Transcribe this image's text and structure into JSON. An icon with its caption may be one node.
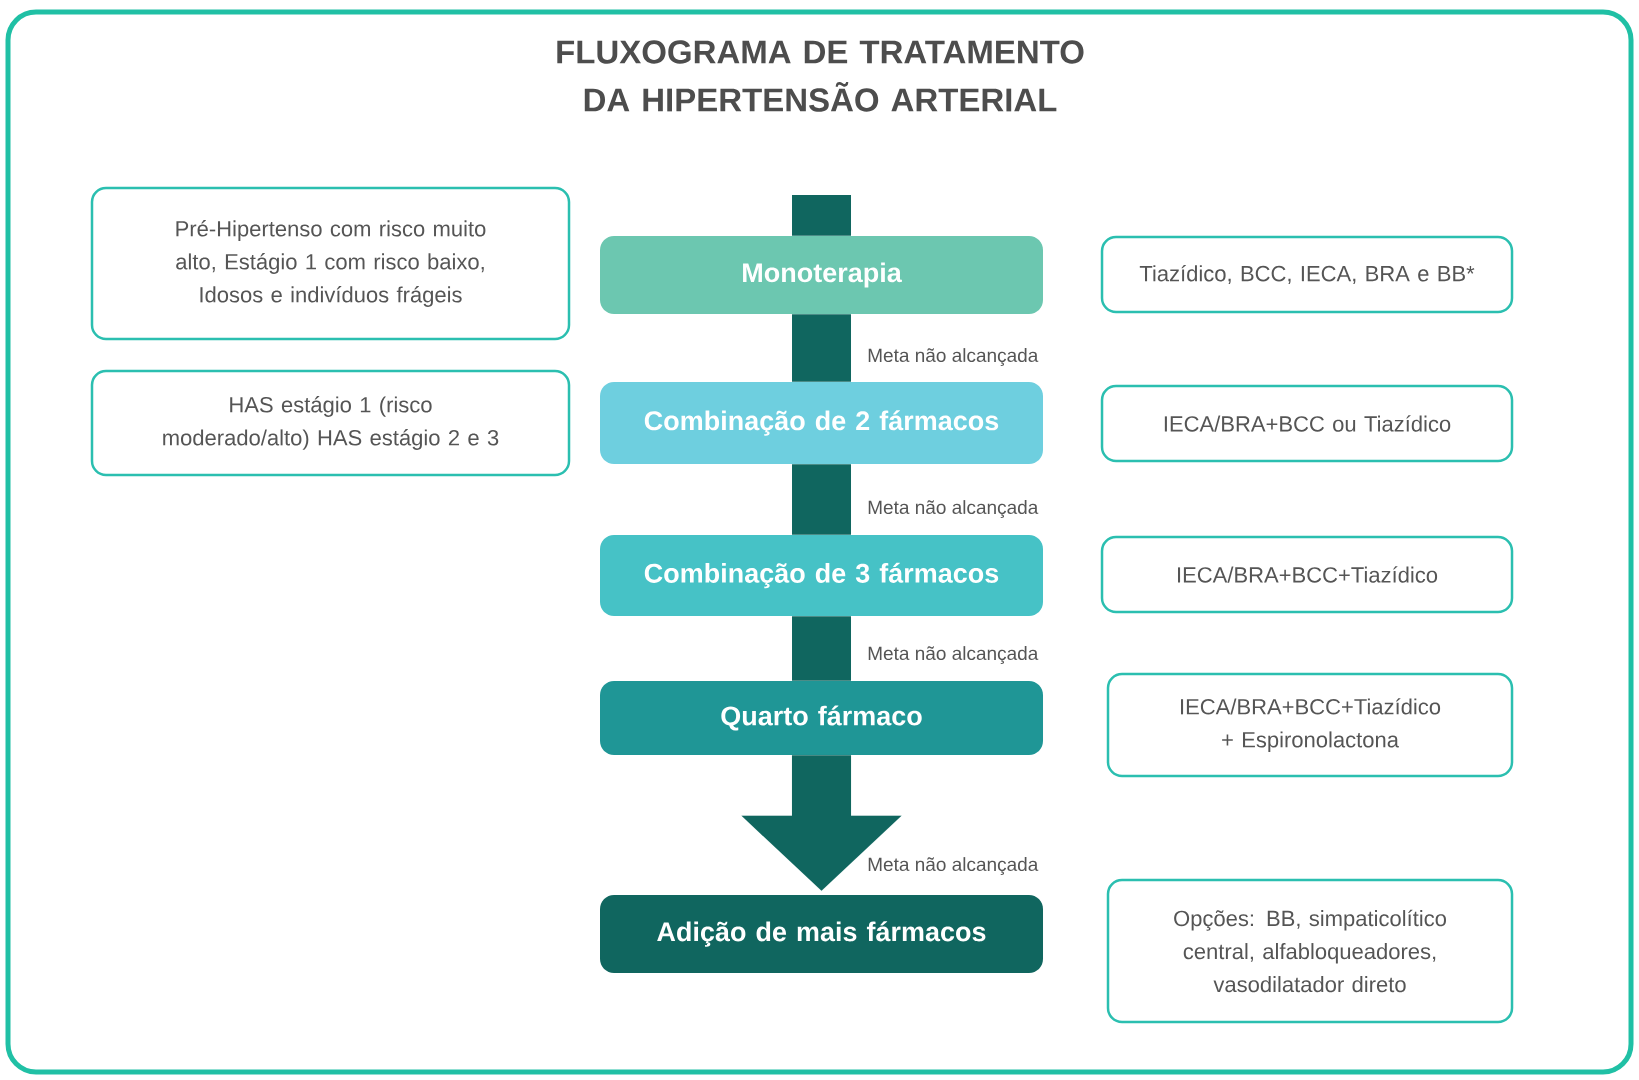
{
  "diagram": {
    "title": "FLUXOGRAMA DE TRATAMENTO DA HIPERTENSÃO ARTERIAL",
    "nodes": [
      {
        "text": [
          "Pré-Hipertenso com risco muito alto, Estágio 1 com risco baixo, Idosos e indivíduos frágeis"
        ]
      },
      {
        "text": [
          "Monoterapia"
        ]
      },
      {
        "text": [
          "Tiazídico, BCC, IECA, BRA e BB*"
        ]
      },
      {
        "text": [
          "HAS estágio 1 (risco moderado/alto) HAS estágio 2 e 3"
        ]
      },
      {
        "text": [
          "Combinação de 2 fármacos"
        ]
      },
      {
        "text": [
          "IECA/BRA+BCC ou Tiazídico"
        ]
      },
      {
        "text": [
          "Combinação de 3 fármacos"
        ]
      },
      {
        "text": [
          "IECA/BRA+BCC+Tiazídico"
        ]
      },
      {
        "text": [
          "Quarto fármaco"
        ]
      },
      {
        "text": [
          "IECA/BRA+BCC+Tiazídico + Espironolactona"
        ]
      },
      {
        "text": [
          "Adição de mais fármacos"
        ]
      },
      {
        "text": [
          "Opções: BB, simpaticolítico central, alfabloqueadores, vasodilatador direto"
        ]
      }
    ],
    "edges": [
      {
        "from": null,
        "to": 1,
        "arrow": "none"
      },
      {
        "from": 1,
        "to": 4,
        "arrow": "none",
        "label": "Meta não alcançada"
      },
      {
        "from": 4,
        "to": 6,
        "arrow": "none",
        "label": "Meta não alcançada"
      },
      {
        "from": 6,
        "to": 8,
        "arrow": "none",
        "label": "Meta não alcançada"
      },
      {
        "from": 8,
        "to": 10,
        "arrow": "to",
        "label": "Meta não alcançada"
      }
    ]
  }
}
